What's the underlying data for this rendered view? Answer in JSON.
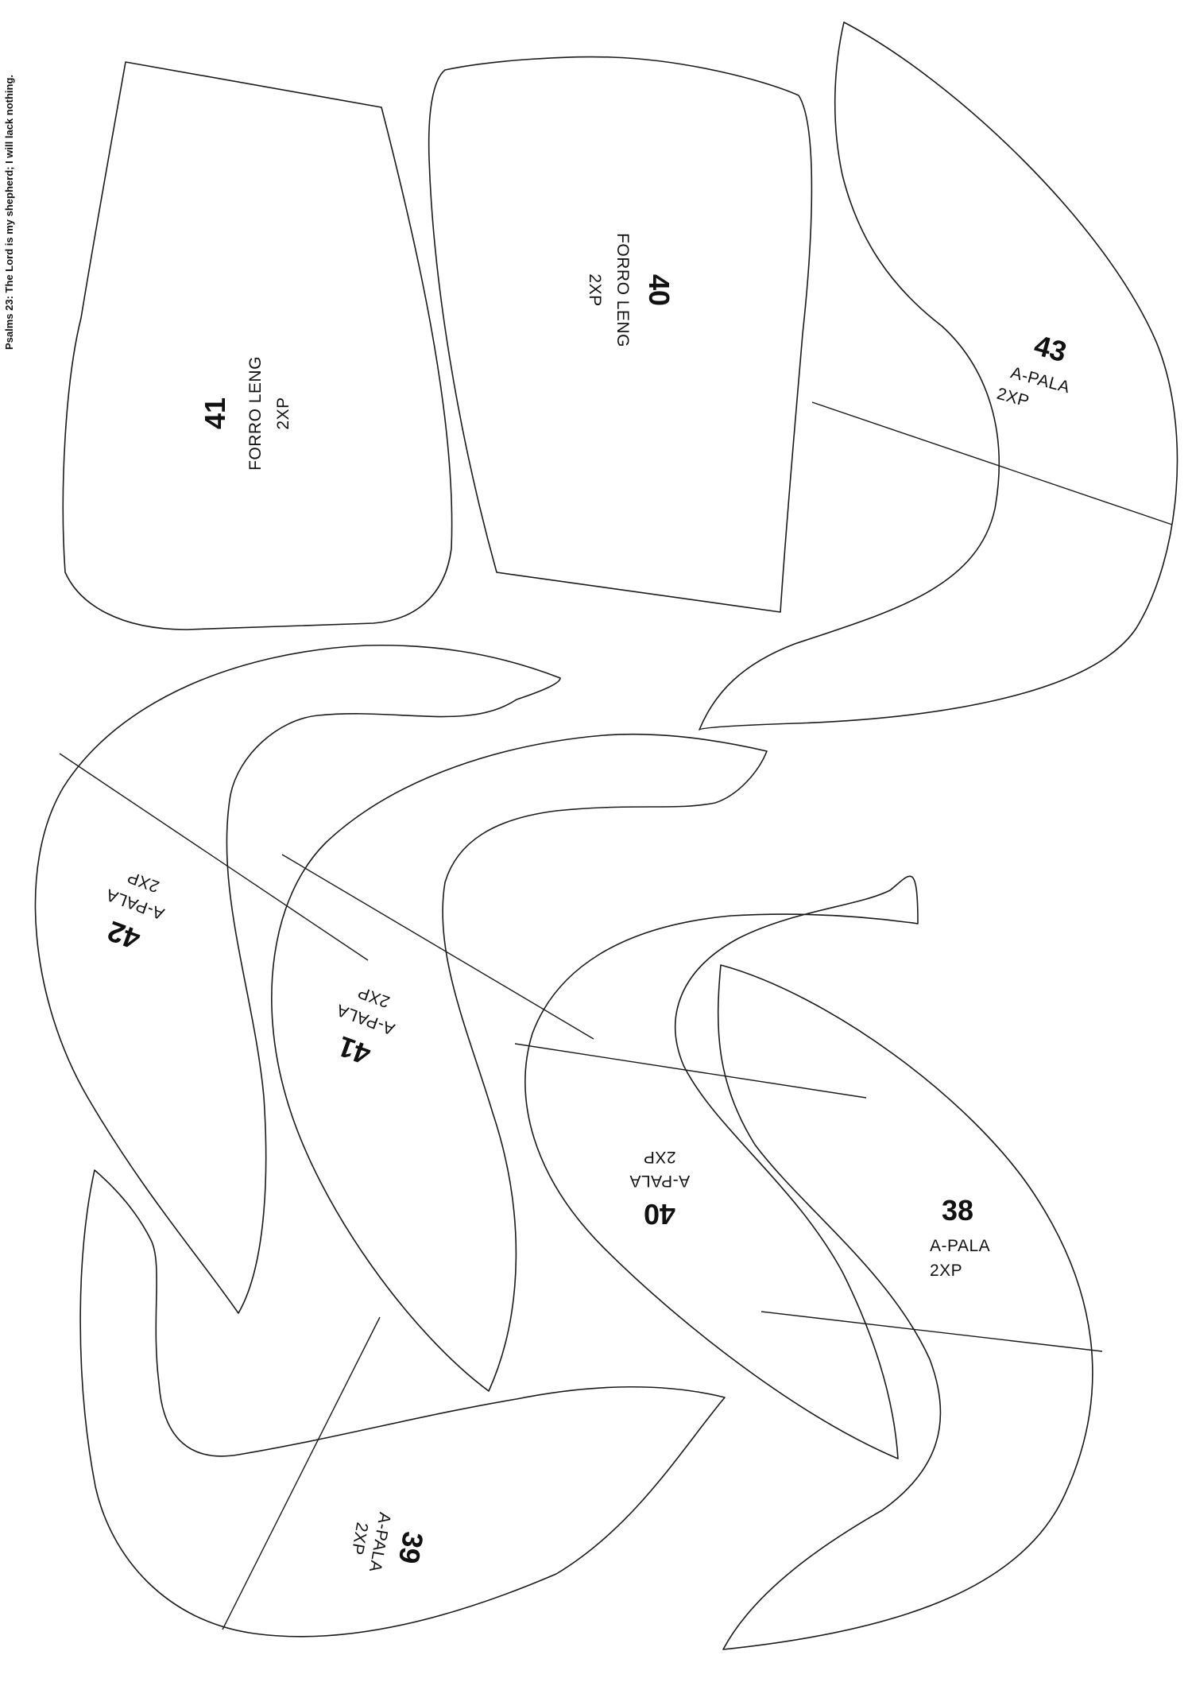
{
  "margin_note": "Psalms 23: The Lord is my shepherd; I will lack nothing.",
  "pieces": {
    "p41_lining": {
      "number": "41",
      "name": "FORRO LENG",
      "qty": "2XP"
    },
    "p40_lining": {
      "number": "40",
      "name": "FORRO LENG",
      "qty": "2XP"
    },
    "p43_vamp": {
      "number": "43",
      "name": "A-PALA",
      "qty": "2XP"
    },
    "p42_vamp": {
      "number": "42",
      "name": "A-PALA",
      "qty": "2XP"
    },
    "p41_vamp": {
      "number": "41",
      "name": "A-PALA",
      "qty": "2XP"
    },
    "p40_vamp": {
      "number": "40",
      "name": "A-PALA",
      "qty": "2XP"
    },
    "p38_vamp": {
      "number": "38",
      "name": "A-PALA",
      "qty": "2XP"
    },
    "p39_vamp": {
      "number": "39",
      "name": "A-PALA",
      "qty": "2XP"
    }
  }
}
